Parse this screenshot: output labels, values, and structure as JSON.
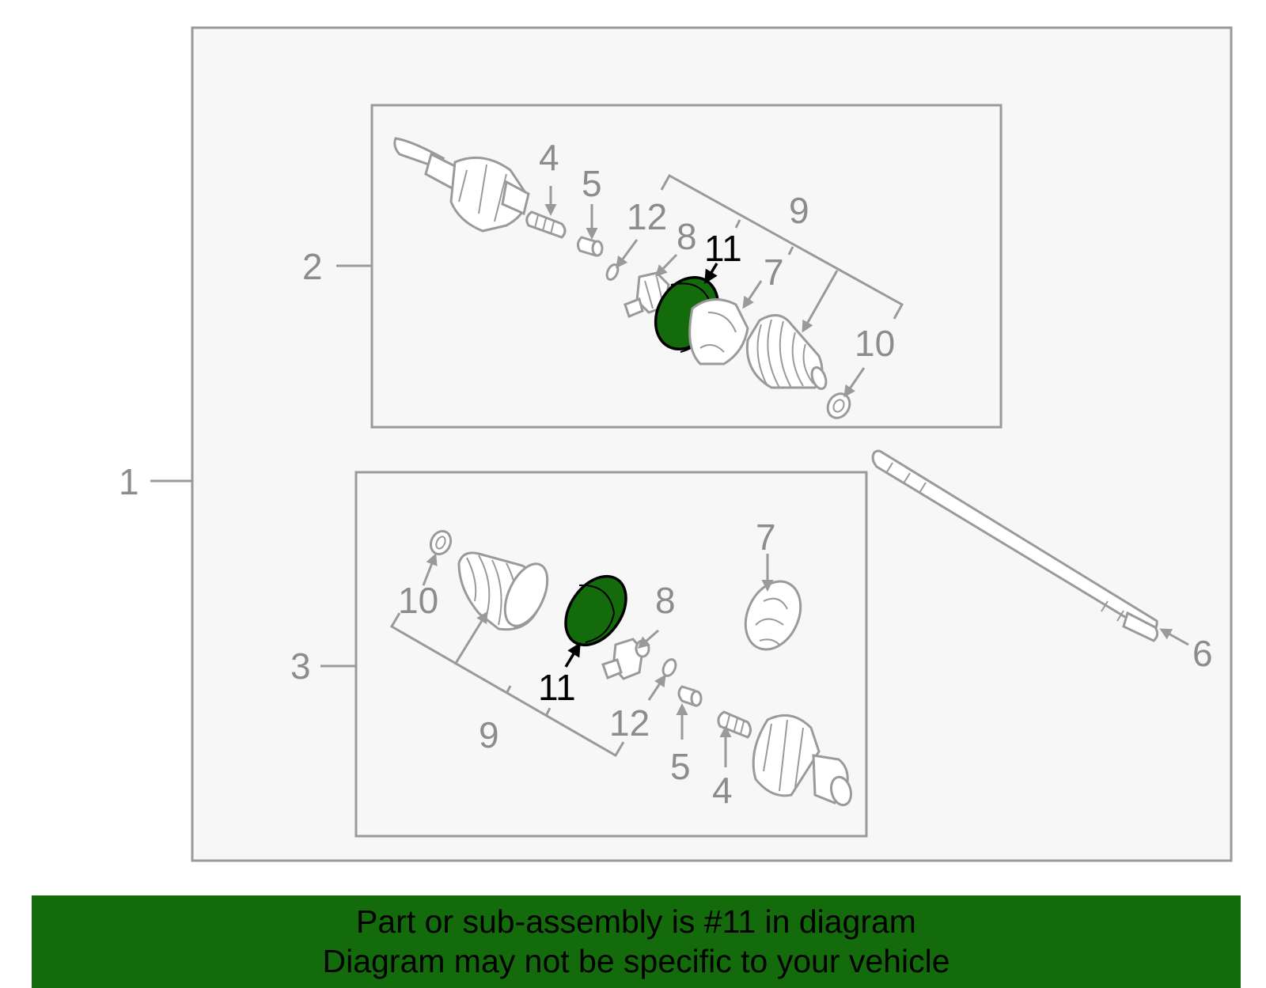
{
  "callouts": {
    "c1": "1",
    "c2": "2",
    "c3": "3",
    "c4_top": "4",
    "c5_top": "5",
    "c12_top": "12",
    "c8_top": "8",
    "c11_top": "11",
    "c9_top": "9",
    "c7_top": "7",
    "c10_top": "10",
    "c6": "6",
    "c10_bottom": "10",
    "c7_bottom": "7",
    "c8_bottom": "8",
    "c11_bottom": "11",
    "c9_bottom": "9",
    "c12_bottom": "12",
    "c5_bottom": "5",
    "c4_bottom": "4"
  },
  "banner": {
    "line1": "Part or sub-assembly is #11 in diagram",
    "line2": "Diagram may not be specific to your vehicle"
  },
  "colors": {
    "highlight": "#146b0c",
    "outline": "#9a9a9a",
    "panel": "#f7f7f7"
  },
  "icons": {
    "highlighted_part": "boot-icon"
  }
}
